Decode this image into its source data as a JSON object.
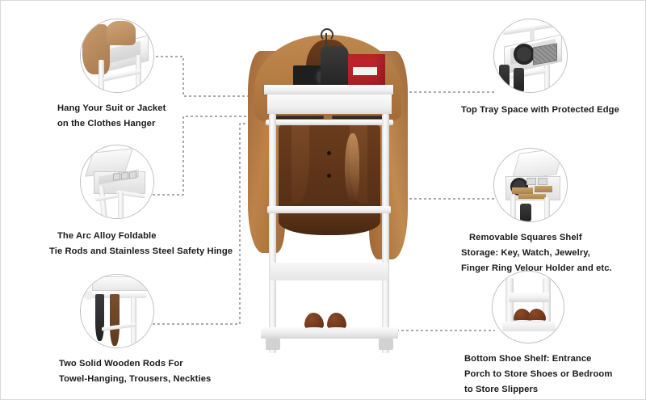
{
  "infographic": {
    "title": "Valet Stand Feature Callouts",
    "background_color": "#ffffff",
    "text_color": "#1a1a1a",
    "connector_color": "#555555",
    "bubble_border_color": "#bdbdbd",
    "accent_colors": {
      "jacket_tan": "#b87d45",
      "jacket_shadow": "#5a3218",
      "frame_white": "#f3f3f3",
      "shoe_brown": "#6b3418",
      "box_red": "#c2272d"
    }
  },
  "features": [
    {
      "id": "clothes-hanger",
      "side": "left",
      "caption_lines": [
        "Hang Your Suit or Jacket",
        "on the Clothes Hanger"
      ],
      "bubble_name": "hanger-detail-photo"
    },
    {
      "id": "foldable-hinge",
      "side": "left",
      "caption_lines": [
        "The Arc Alloy Foldable",
        "Tie Rods and Stainless Steel Safety Hinge"
      ],
      "bubble_name": "hinge-detail-photo"
    },
    {
      "id": "wooden-rods",
      "side": "left",
      "caption_lines": [
        "Two Solid Wooden Rods For",
        "Towel-Hanging, Trousers, Neckties"
      ],
      "bubble_name": "rods-detail-photo"
    },
    {
      "id": "top-tray",
      "side": "right",
      "caption_lines": [
        "Top Tray Space with Protected Edge"
      ],
      "bubble_name": "tray-detail-photo"
    },
    {
      "id": "squares-shelf",
      "side": "right",
      "caption_lines": [
        "Removable Squares Shelf",
        "Storage: Key,  Watch, Jewelry,",
        "Finger Ring Velour Holder and etc."
      ],
      "bubble_name": "squares-shelf-detail-photo"
    },
    {
      "id": "shoe-shelf",
      "side": "right",
      "caption_lines": [
        "Bottom Shoe Shelf: Entrance",
        "Porch to Store Shoes or Bedroom",
        "to Store Slippers"
      ],
      "bubble_name": "shoe-shelf-detail-photo"
    }
  ],
  "hero": {
    "name": "valet-stand-with-suit-jacket",
    "description_items": [
      "suit jacket",
      "top tray",
      "red box",
      "belt",
      "wooden rods",
      "shoe shelf",
      "dress shoes"
    ]
  }
}
